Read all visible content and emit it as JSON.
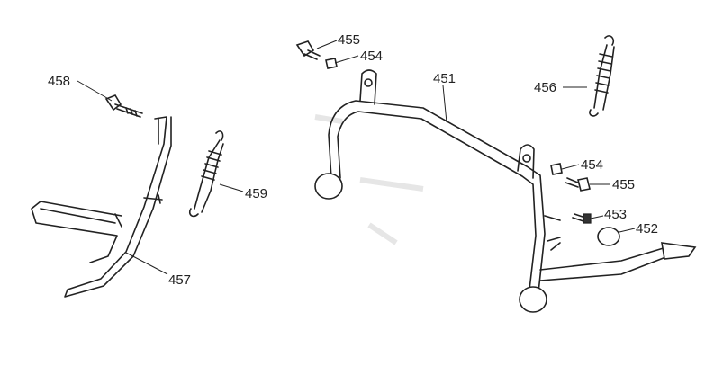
{
  "diagram": {
    "type": "exploded-parts-diagram",
    "callouts": [
      {
        "id": "c455a",
        "label": "455"
      },
      {
        "id": "c454a",
        "label": "454"
      },
      {
        "id": "c451",
        "label": "451"
      },
      {
        "id": "c456",
        "label": "456"
      },
      {
        "id": "c458",
        "label": "458"
      },
      {
        "id": "c459",
        "label": "459"
      },
      {
        "id": "c457",
        "label": "457"
      },
      {
        "id": "c454b",
        "label": "454"
      },
      {
        "id": "c455b",
        "label": "455"
      },
      {
        "id": "c453",
        "label": "453"
      },
      {
        "id": "c452",
        "label": "452"
      }
    ]
  }
}
